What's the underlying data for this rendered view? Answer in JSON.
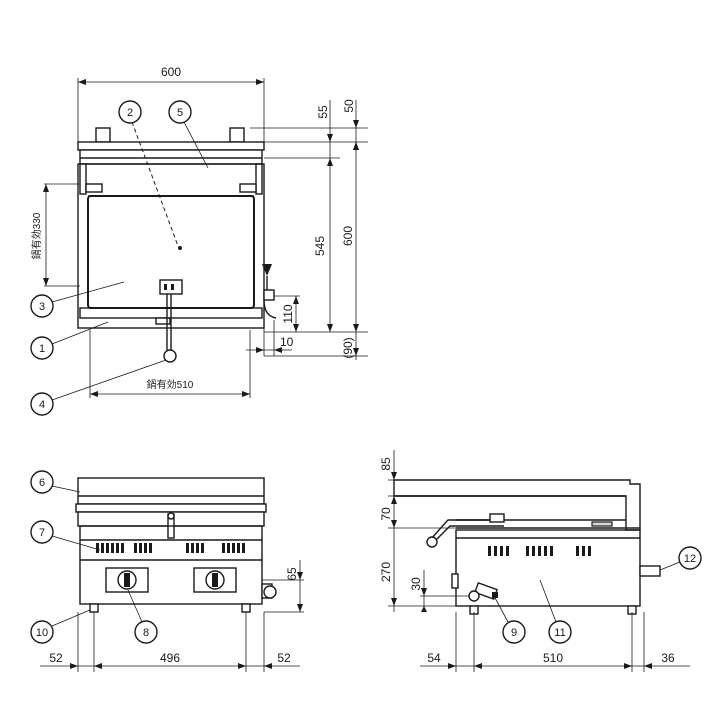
{
  "top_view": {
    "dims": {
      "width_overall": "600",
      "h_top_a": "55",
      "h_top_b": "50",
      "h_pan": "545",
      "h_overall": "600",
      "h_drain": "110",
      "h_bottom": "(90)",
      "w_drain": "10",
      "pan_depth_label": "鍋有効330",
      "pan_width_label": "鍋有効510"
    },
    "callouts": [
      "2",
      "5",
      "3",
      "1",
      "4"
    ]
  },
  "front_view": {
    "dims": {
      "h_knob": "65",
      "w_left": "52",
      "w_middle": "496",
      "w_right": "52"
    },
    "callouts": [
      "6",
      "7",
      "10",
      "8"
    ]
  },
  "side_view": {
    "dims": {
      "h_top": "85",
      "h_mid": "70",
      "h_body": "270",
      "h_gas": "30",
      "w_left": "54",
      "w_middle": "510",
      "w_right": "36"
    },
    "callouts": [
      "12",
      "9",
      "11"
    ]
  }
}
